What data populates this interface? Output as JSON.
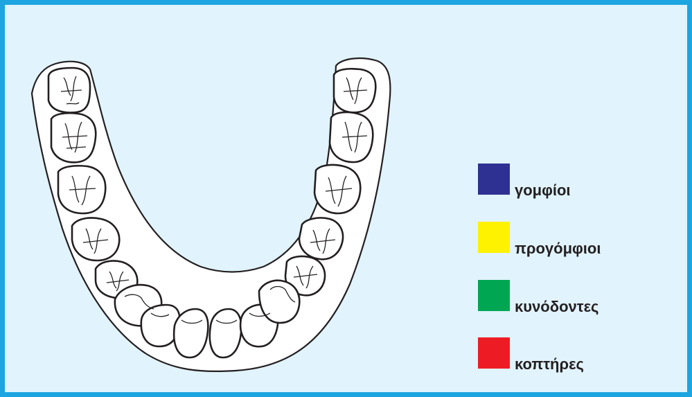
{
  "legend": {
    "items": [
      {
        "key": "molars",
        "label": "γομφίοι",
        "color": "#2e3192"
      },
      {
        "key": "premolars",
        "label": "προγόμφιοι",
        "color": "#fff200"
      },
      {
        "key": "canines",
        "label": "κυνόδοντες",
        "color": "#00a651"
      },
      {
        "key": "incisors",
        "label": "κοπτήρες",
        "color": "#ed1c24"
      }
    ]
  },
  "colors": {
    "frame_border": "#1ca5e0",
    "background": "#e1f3fc",
    "ink": "#231f20"
  }
}
